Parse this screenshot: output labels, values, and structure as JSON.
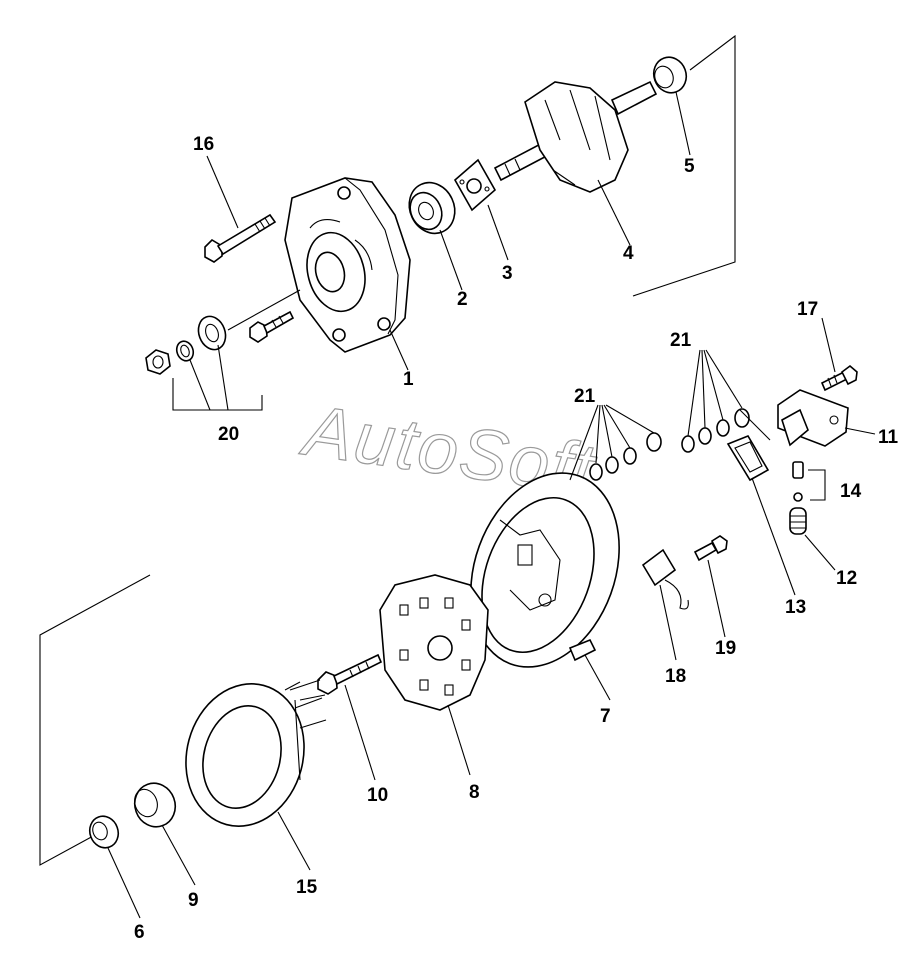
{
  "watermark": "AutoSoft",
  "callouts": {
    "c1": "1",
    "c2": "2",
    "c3": "3",
    "c4": "4",
    "c5": "5",
    "c6": "6",
    "c7": "7",
    "c8": "8",
    "c9": "9",
    "c10": "10",
    "c11": "11",
    "c12": "12",
    "c13": "13",
    "c14": "14",
    "c15": "15",
    "c16": "16",
    "c17": "17",
    "c18": "18",
    "c19": "19",
    "c20": "20",
    "c21a": "21",
    "c21b": "21"
  }
}
